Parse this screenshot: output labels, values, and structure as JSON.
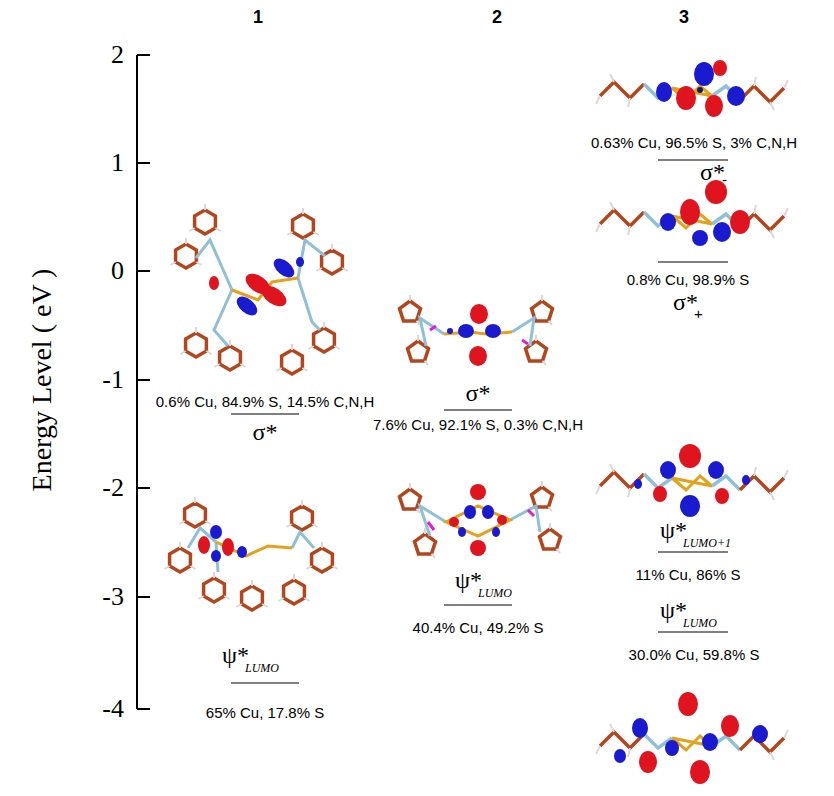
{
  "diagram": {
    "labels": [
      "1",
      "2",
      "3",
      "2",
      "1",
      "0",
      "-1",
      "-2",
      "-3",
      "-4",
      "Energy Level ( eV )",
      "0.6% Cu, 84.9% S, 14.5% C,N,H",
      "σ*",
      "ψ*",
      "LUMO",
      "65% Cu, 17.8% S",
      "σ*",
      "7.6% Cu, 92.1% S, 0.3% C,N,H",
      "ψ*",
      "LUMO",
      "40.4% Cu, 49.2% S",
      "0.63% Cu, 96.5% S, 3% C,N,H",
      "σ*",
      "-",
      "0.8% Cu, 98.9% S",
      "σ*",
      "+",
      "ψ*",
      "LUMO+1",
      "11% Cu, 86% S",
      "ψ*",
      "LUMO",
      "30.0% Cu, 59.8% S"
    ]
  }
}
